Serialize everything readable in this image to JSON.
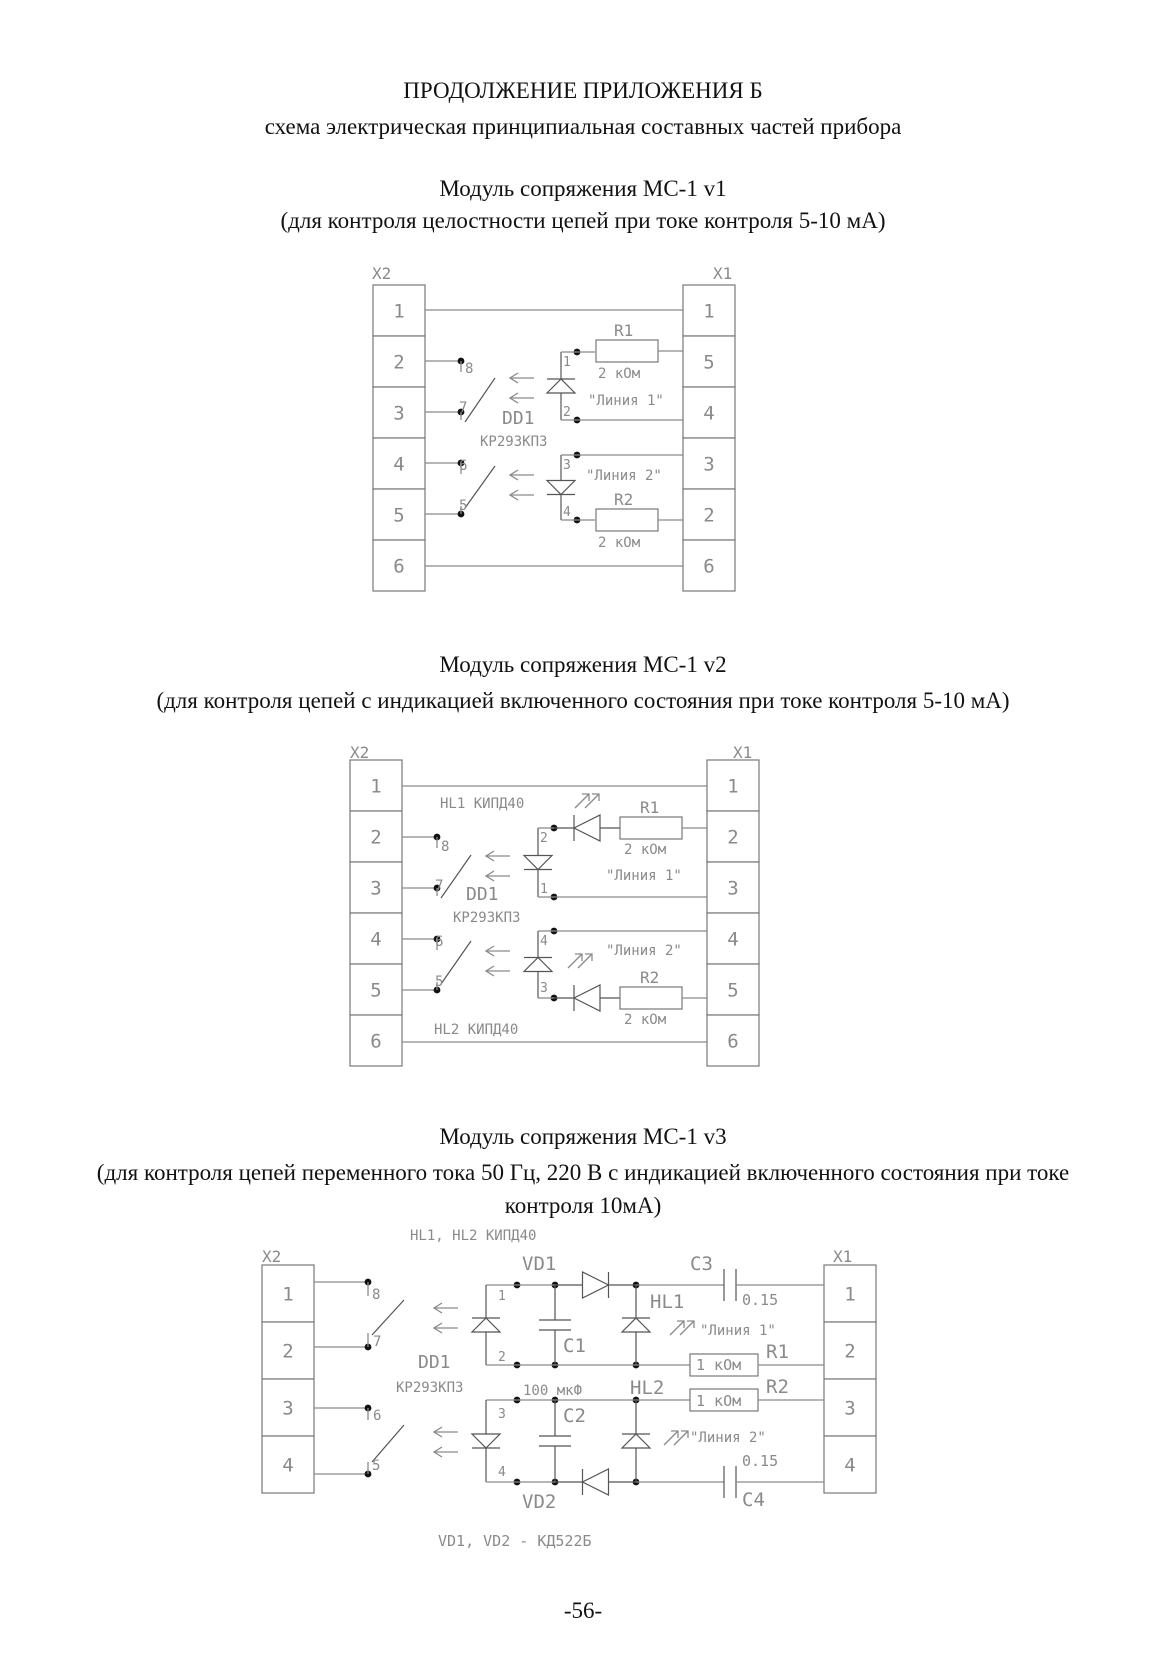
{
  "header": {
    "title": "ПРОДОЛЖЕНИЕ ПРИЛОЖЕНИЯ Б",
    "subtitle": "схема электрическая принципиальная составных частей прибора"
  },
  "sections": [
    {
      "title": "Модуль сопряжения МС-1 v1",
      "description": "(для контроля целостности цепей при токе контроля 5-10 мА)",
      "diagram": {
        "left_connector": "X2",
        "right_connector": "X1",
        "left_pins": [
          "1",
          "2",
          "3",
          "4",
          "5",
          "6"
        ],
        "right_pins": [
          "1",
          "5",
          "4",
          "3",
          "2",
          "6"
        ],
        "ic_name": "DD1",
        "ic_type": "КР293КП3",
        "ic_pins": [
          "8",
          "7",
          "6",
          "5",
          "1",
          "2",
          "3",
          "4"
        ],
        "r1": "R1",
        "r1_value": "2 кОм",
        "r2": "R2",
        "r2_value": "2 кОм",
        "line1": "\"Линия 1\"",
        "line2": "\"Линия 2\""
      }
    },
    {
      "title": "Модуль сопряжения МС-1 v2",
      "description": "(для контроля цепей с индикацией включенного состояния при токе контроля 5-10 мА)",
      "diagram": {
        "left_connector": "X2",
        "right_connector": "X1",
        "left_pins": [
          "1",
          "2",
          "3",
          "4",
          "5",
          "6"
        ],
        "right_pins": [
          "1",
          "2",
          "3",
          "4",
          "5",
          "6"
        ],
        "ic_name": "DD1",
        "ic_type": "КР293КП3",
        "ic_pins": [
          "8",
          "7",
          "6",
          "5",
          "2",
          "1",
          "4",
          "3"
        ],
        "hl1": "HL1   КИПД40",
        "hl2": "HL2   КИПД40",
        "r1": "R1",
        "r1_value": "2 кОм",
        "r2": "R2",
        "r2_value": "2 кОм",
        "line1": "\"Линия 1\"",
        "line2": "\"Линия 2\""
      }
    },
    {
      "title": "Модуль сопряжения МС-1 v3",
      "description": "(для контроля цепей переменного тока 50 Гц, 220 В с индикацией включенного состояния при токе контроля 10мА)",
      "diagram": {
        "left_connector": "X2",
        "right_connector": "X1",
        "left_pins": [
          "1",
          "2",
          "3",
          "4"
        ],
        "right_pins": [
          "1",
          "2",
          "3",
          "4"
        ],
        "ic_name": "DD1",
        "ic_type": "КР293КП3",
        "ic_pins": [
          "8",
          "7",
          "6",
          "5",
          "1",
          "2",
          "3",
          "4"
        ],
        "hl_label": "HL1, HL2   КИПД40",
        "vd1": "VD1",
        "vd2": "VD2",
        "hl1": "HL1",
        "hl2": "HL2",
        "c1": "C1",
        "c2": "C2",
        "c3": "C3",
        "c4": "C4",
        "c1_value": "100 мкФ",
        "c3_value": "0.15",
        "c4_value": "0.15",
        "r1": "R1",
        "r2": "R2",
        "r1_value": "1 кОм",
        "r2_value": "1 кОм",
        "line1": "\"Линия 1\"",
        "line2": "\"Линия 2\"",
        "note": "VD1, VD2 - КД522Б"
      }
    }
  ],
  "footer": {
    "page_number": "-56-"
  }
}
